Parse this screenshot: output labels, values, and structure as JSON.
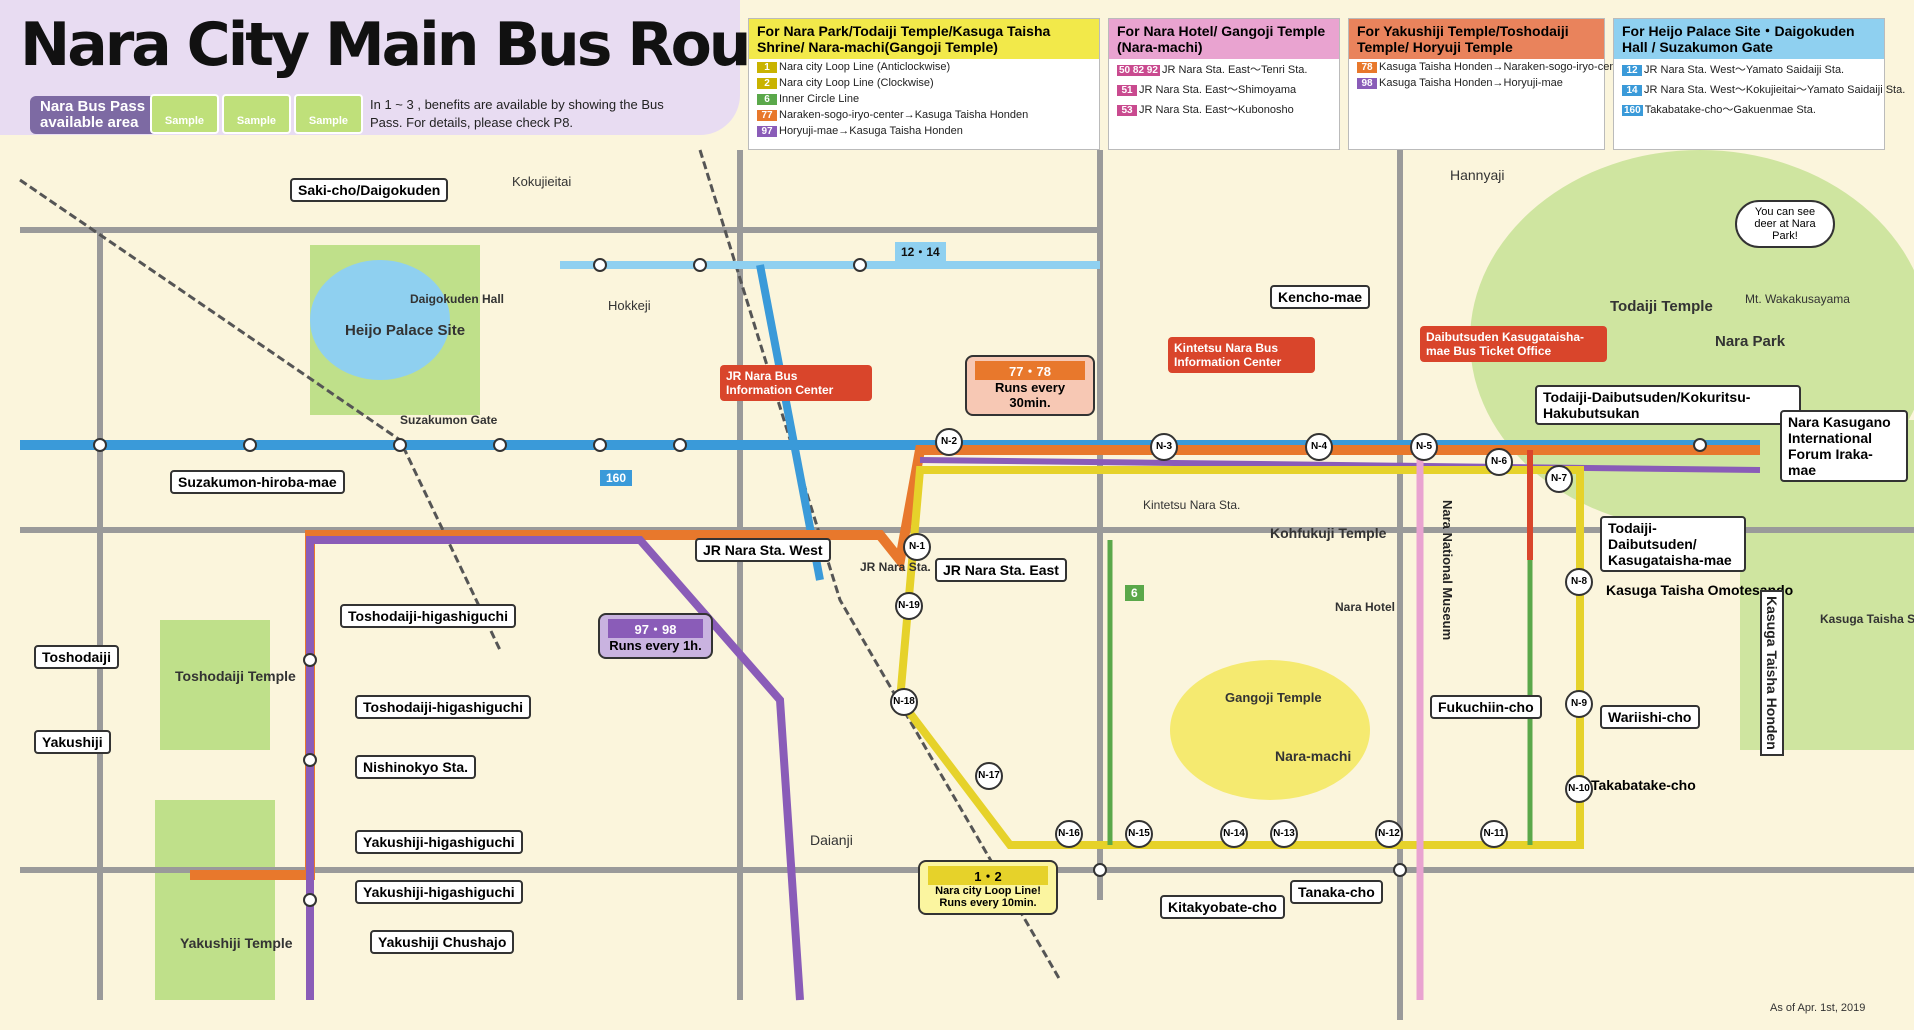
{
  "title": "Nara City Main Bus Route Map",
  "pass": {
    "label": "Nara Bus Pass available area",
    "card_text": "Sample",
    "note": "In 1 ~ 3 , benefits are available by showing the Bus Pass. For details, please check P8."
  },
  "legend": [
    {
      "head": "For Nara Park/Todaiji Temple/Kasuga Taisha Shrine/ Nara-machi(Gangoji Temple)",
      "color": "#f2e94a",
      "rows": [
        {
          "badge": "1",
          "text": "Nara city Loop Line (Anticlockwise)"
        },
        {
          "badge": "2",
          "text": "Nara city Loop Line (Clockwise)"
        },
        {
          "badge": "6",
          "text": "Inner Circle Line"
        },
        {
          "badge": "77",
          "text": "Naraken-sogo-iryo-center→Kasuga Taisha Honden"
        },
        {
          "badge": "97",
          "text": "Horyuji-mae→Kasuga Taisha Honden"
        }
      ]
    },
    {
      "head": "For Nara Hotel/ Gangoji Temple (Nara-machi)",
      "color": "#e9a3d0",
      "rows": [
        {
          "badge": "50 82 92",
          "text": "JR Nara Sta. East～Tenri Sta."
        },
        {
          "badge": "51",
          "text": "JR Nara Sta. East～Shimoyama"
        },
        {
          "badge": "53",
          "text": "JR Nara Sta. East～Kubonosho"
        }
      ]
    },
    {
      "head": "For Yakushiji Temple/Toshodaiji Temple/ Horyuji Temple",
      "color": "#e9835c",
      "rows": [
        {
          "badge": "78",
          "text": "Kasuga Taisha Honden→Naraken-sogo-iryo-center"
        },
        {
          "badge": "98",
          "text": "Kasuga Taisha Honden→Horyuji-mae"
        }
      ]
    },
    {
      "head": "For Heijo Palace Site・Daigokuden Hall / Suzakumon Gate",
      "color": "#8fd0f0",
      "rows": [
        {
          "badge": "12",
          "text": "JR Nara Sta. West～Yamato Saidaiji Sta."
        },
        {
          "badge": "14",
          "text": "JR Nara Sta. West～Kokujieitai～Yamato Saidaiji Sta."
        },
        {
          "badge": "160",
          "text": "Takabatake-cho～Gakuenmae Sta."
        }
      ]
    }
  ],
  "stops": {
    "saki": "Saki-cho/Daigokuden",
    "suzakumon": "Suzakumon-hiroba-mae",
    "jr_west": "JR Nara Sta. West",
    "jr_east": "JR Nara Sta. East",
    "toshodaiji_h1": "Toshodaiji-higashiguchi",
    "toshodaiji_h2": "Toshodaiji-higashiguchi",
    "nishinokyo": "Nishinokyo Sta.",
    "yakushiji_h1": "Yakushiji-higashiguchi",
    "yakushiji_h2": "Yakushiji-higashiguchi",
    "yakushiji_chushajo": "Yakushiji Chushajo",
    "toshodaiji": "Toshodaiji",
    "yakushiji": "Yakushiji",
    "kencho": "Kencho-mae",
    "todaiji_kokuritsu": "Todaiji-Daibutsuden/Kokuritsu-Hakubutsukan",
    "todaiji_kasuga": "Todaiji-Daibutsuden/ Kasugataisha-mae",
    "kasuga_forum": "Nara Kasugano International Forum Iraka-mae",
    "fukuchiin": "Fukuchiin-cho",
    "wariishi": "Wariishi-cho",
    "takabatake": "Takabatake-cho",
    "tanaka": "Tanaka-cho",
    "kitakyobate": "Kitakyobate-cho",
    "kasuga_omotesando": "Kasuga Taisha Omotesando",
    "kasuga_honden": "Kasuga Taisha Honden"
  },
  "places": {
    "heijo": "Heijo Palace Site",
    "daigokuden": "Daigokuden Hall",
    "suzakumon_gate": "Suzakumon Gate",
    "toshodaiji_temple": "Toshodaiji Temple",
    "yakushiji_temple": "Yakushiji Temple",
    "todaiji_temple": "Todaiji Temple",
    "nara_park": "Nara Park",
    "kohfukuji": "Kohfukuji Temple",
    "gangoji": "Gangoji Temple",
    "naramachi": "Nara-machi",
    "kasuga_shrine": "Kasuga Taisha Shrine",
    "nara_hotel": "Nara Hotel",
    "kintetsu_nara": "Kintetsu Nara Sta.",
    "jr_nara": "JR Nara Sta.",
    "hannyaji": "Hannyaji",
    "daianji": "Daianji",
    "mt_wakakusa": "Mt. Wakakusayama",
    "hokkeji": "Hokkeji",
    "kokujieitai": "Kokujieitai",
    "nara_national_museum": "Nara National Museum",
    "deer": "You can see deer at Nara Park!"
  },
  "callouts": {
    "jr_info": "JR Nara Bus Information Center",
    "kintetsu_info": "Kintetsu Nara Bus Information Center",
    "daibutsuden_ticket": "Daibutsuden Kasugataisha-mae Bus Ticket Office"
  },
  "bubbles": {
    "b7778_num": "77・78",
    "b7778": "Runs every 30min.",
    "b9798_num": "97・98",
    "b9798": "Runs every 1h.",
    "loop_num": "1・2",
    "loop": "Nara city Loop Line! Runs every 10min."
  },
  "route_badges": {
    "r160": "160",
    "r1214": "12・14",
    "r6": "6"
  },
  "stop_codes": [
    "N-1",
    "N-2",
    "N-3",
    "N-4",
    "N-5",
    "N-6",
    "N-7",
    "N-8",
    "N-9",
    "N-10",
    "N-11",
    "N-12",
    "N-13",
    "N-14",
    "N-15",
    "N-16",
    "N-17",
    "N-18",
    "N-19"
  ],
  "footer": "As of Apr. 1st, 2019"
}
